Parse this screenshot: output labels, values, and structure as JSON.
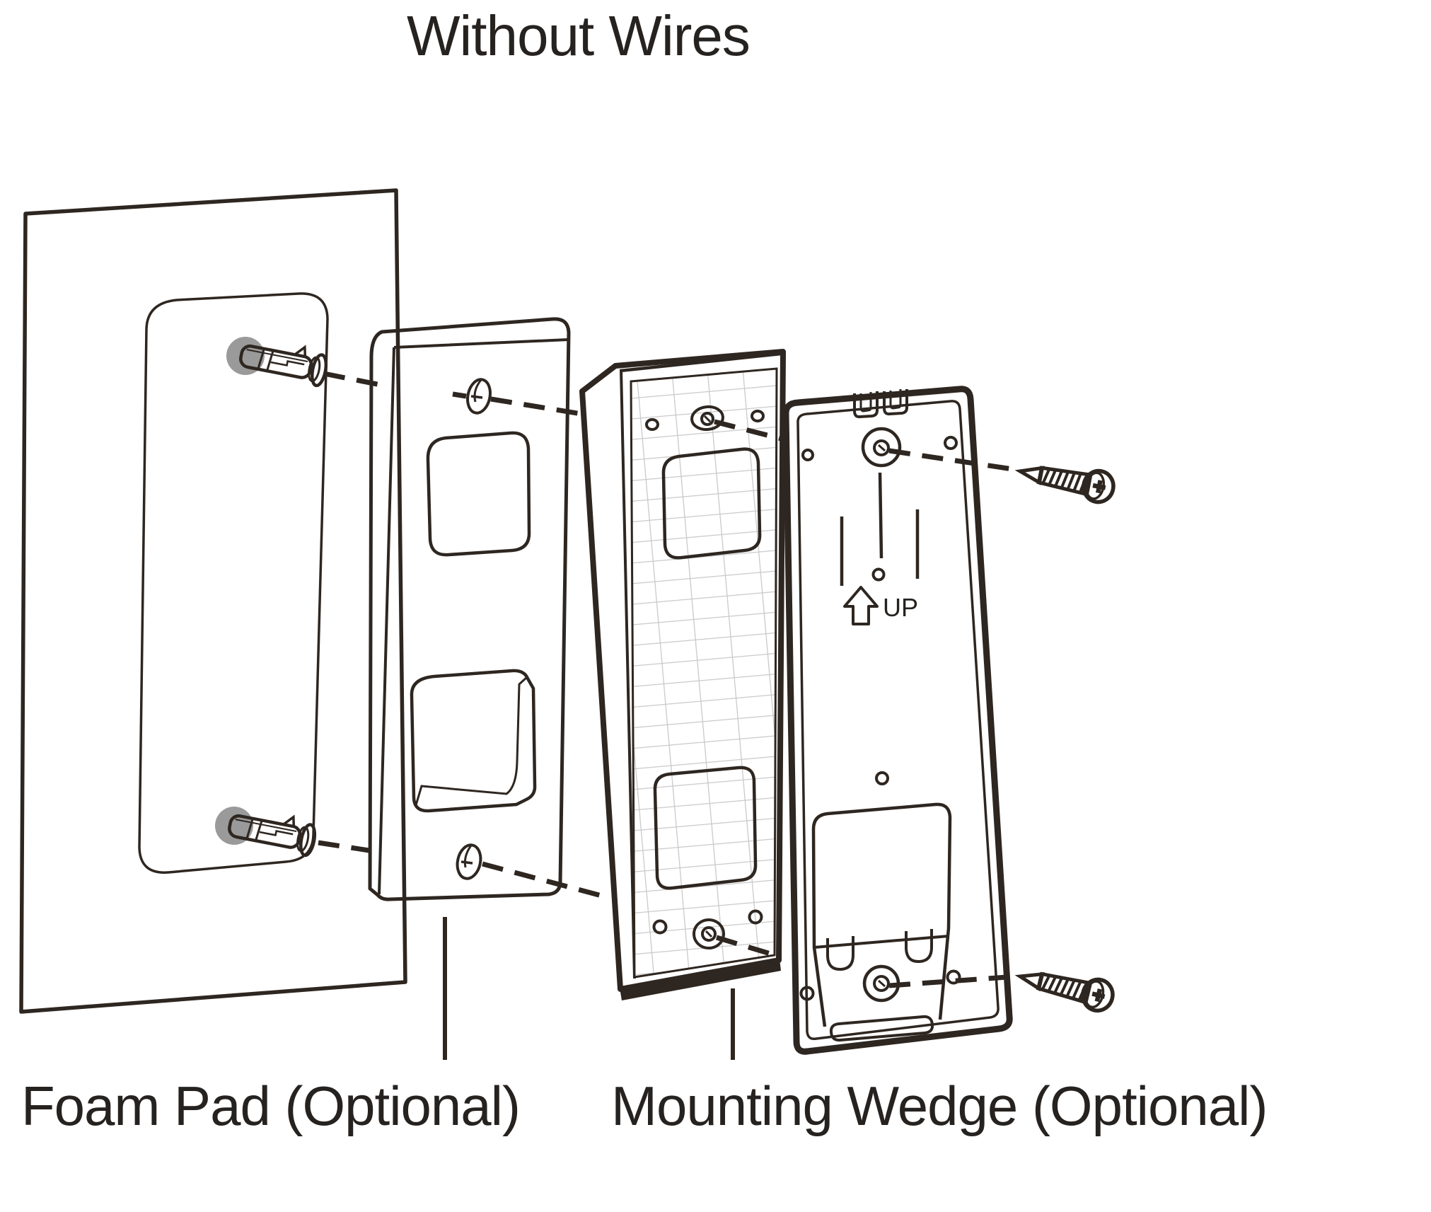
{
  "title": "Without Wires",
  "diagram": {
    "labels": {
      "foam_pad": "Foam Pad (Optional)",
      "mounting_wedge": "Mounting Wedge (Optional)"
    },
    "bracket_text": "UP"
  },
  "colors": {
    "line": "#2e2620",
    "wall_fill": "#e9e9e9",
    "anchor_hole": "#9a9a9a",
    "grid_line": "#c9c9c9",
    "background": "#ffffff"
  }
}
